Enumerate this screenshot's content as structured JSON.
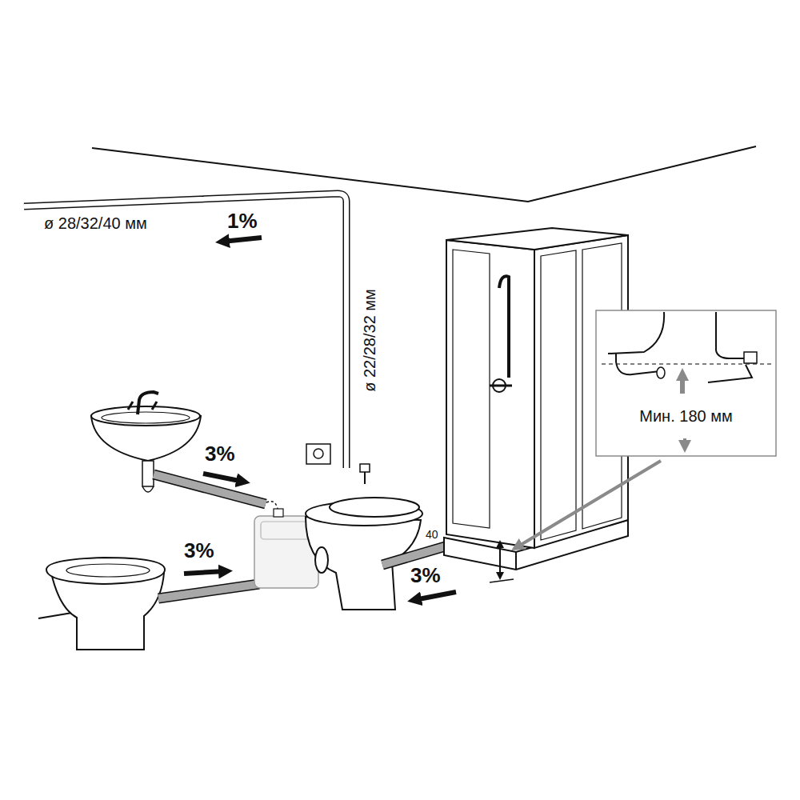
{
  "diagram": {
    "nodes": [
      {
        "text": [
          "Мин. 180 мм"
        ]
      }
    ],
    "labels": [
      "ø 28/32/40 мм",
      "1%",
      "ø 22/28/32 мм",
      "3%",
      "3%",
      "40",
      "3%"
    ]
  }
}
